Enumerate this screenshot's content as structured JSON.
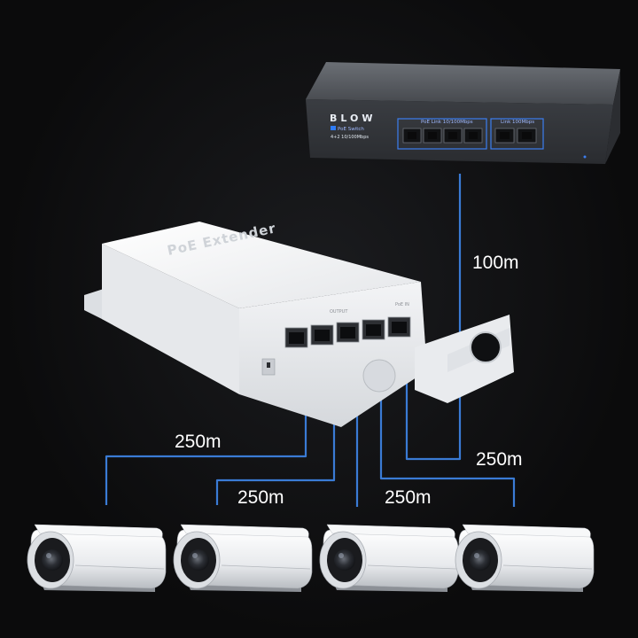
{
  "switch": {
    "brand": "BLOW",
    "model": "PoE Switch",
    "badge": "4+2 10/100Mbps",
    "poe_ports_label": "PoE Link 10/100Mbps",
    "uplink_label": "Link 100Mbps",
    "poe_port_count": 4,
    "uplink_port_count": 2
  },
  "extender": {
    "label": "PoE Extender",
    "input_label": "PoE IN",
    "output_label": "OUTPUT",
    "port_count": 5
  },
  "distances": {
    "uplink": "100m",
    "cam1": "250m",
    "cam2": "250m",
    "cam3": "250m",
    "cam4": "250m"
  },
  "cameras": [
    {
      "id": "camera-1"
    },
    {
      "id": "camera-2"
    },
    {
      "id": "camera-3"
    },
    {
      "id": "camera-4"
    }
  ],
  "colors": {
    "background": "#0b0b0c",
    "cable": "#3a7bd5",
    "text": "#ffffff"
  }
}
